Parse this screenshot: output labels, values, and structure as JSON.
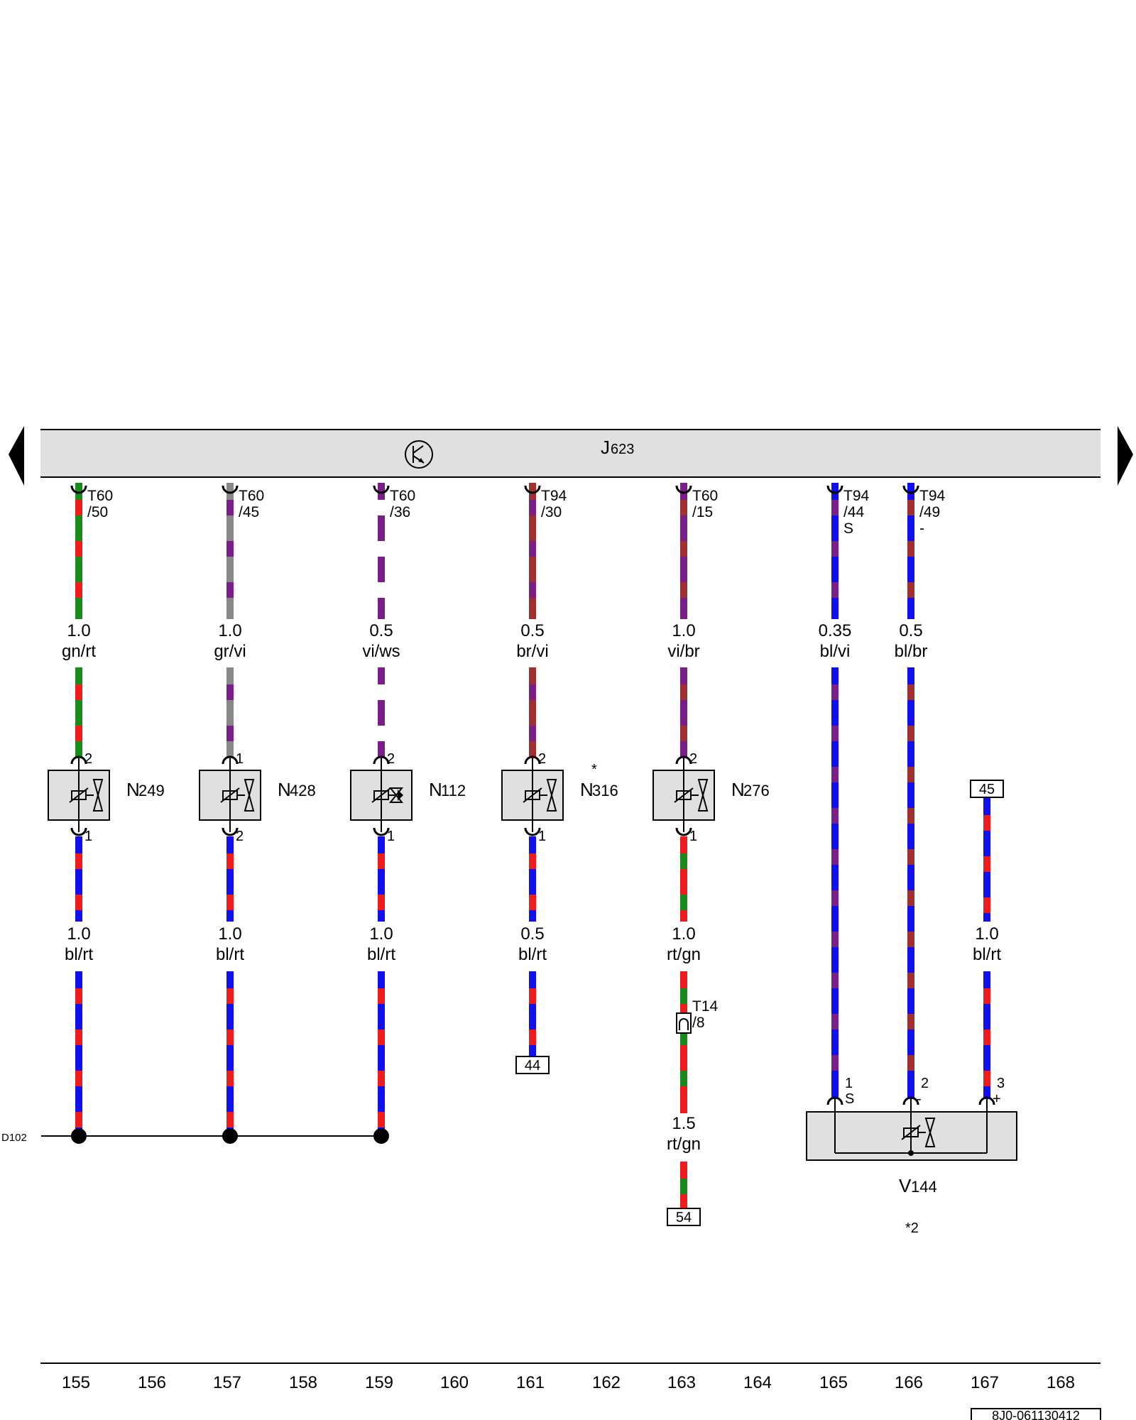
{
  "control_unit": {
    "name": "J623",
    "name_main": "J",
    "name_sub": "623"
  },
  "wires_top": [
    {
      "id": "w1",
      "conn": "T60",
      "pin": "/50",
      "size": "1.0",
      "color": "gn/rt"
    },
    {
      "id": "w2",
      "conn": "T60",
      "pin": "/45",
      "size": "1.0",
      "color": "gr/vi"
    },
    {
      "id": "w3",
      "conn": "T60",
      "pin": "/36",
      "size": "0.5",
      "color": "vi/ws"
    },
    {
      "id": "w4",
      "conn": "T94",
      "pin": "/30",
      "size": "0.5",
      "color": "br/vi"
    },
    {
      "id": "w5",
      "conn": "T60",
      "pin": "/15",
      "size": "1.0",
      "color": "vi/br"
    },
    {
      "id": "w6",
      "conn": "T94",
      "pin": "/44",
      "extra": "S",
      "size": "0.35",
      "color": "bl/vi"
    },
    {
      "id": "w7",
      "conn": "T94",
      "pin": "/49",
      "extra": "-",
      "size": "0.5",
      "color": "bl/br"
    }
  ],
  "components": [
    {
      "id": "c1",
      "main": "N",
      "sub": "249",
      "pin_top": "2",
      "pin_bottom": "1"
    },
    {
      "id": "c2",
      "main": "N",
      "sub": "428",
      "pin_top": "1",
      "pin_bottom": "2"
    },
    {
      "id": "c3",
      "main": "N",
      "sub": "112",
      "pin_top": "2",
      "pin_bottom": "1"
    },
    {
      "id": "c4",
      "main": "N",
      "sub": "316",
      "pin_top": "2",
      "pin_bottom": "1",
      "note": "*"
    },
    {
      "id": "c5",
      "main": "N",
      "sub": "276",
      "pin_top": "2",
      "pin_bottom": "1"
    }
  ],
  "wires_bottom": [
    {
      "id": "b1",
      "size": "1.0",
      "color": "bl/rt"
    },
    {
      "id": "b2",
      "size": "1.0",
      "color": "bl/rt"
    },
    {
      "id": "b3",
      "size": "1.0",
      "color": "bl/rt"
    },
    {
      "id": "b4",
      "size": "0.5",
      "color": "bl/rt"
    },
    {
      "id": "b5",
      "size": "1.0",
      "color": "rt/gn"
    },
    {
      "id": "b6",
      "size": "1.0",
      "color": "bl/rt"
    },
    {
      "id": "b7",
      "size": "1.5",
      "color": "rt/gn"
    }
  ],
  "connector_t14": {
    "conn": "T14",
    "pin": "/8"
  },
  "refs": {
    "r44": "44",
    "r54": "54",
    "r45": "45"
  },
  "ground": "D102",
  "v144": {
    "main": "V",
    "sub": "144",
    "pins": [
      "1",
      "2",
      "3"
    ],
    "pin_marks": [
      "S",
      "-",
      "+"
    ],
    "note": "*2"
  },
  "columns": [
    "155",
    "156",
    "157",
    "158",
    "159",
    "160",
    "161",
    "162",
    "163",
    "164",
    "165",
    "166",
    "167",
    "168"
  ],
  "doc_number": "8J0-061130412",
  "wire_colors": {
    "gn": "#1a8a1a",
    "rt": "#ee1c1c",
    "gr": "#888888",
    "vi": "#7a1f8a",
    "ws": "#ffffff",
    "br": "#a03030",
    "bl": "#1010ee"
  }
}
